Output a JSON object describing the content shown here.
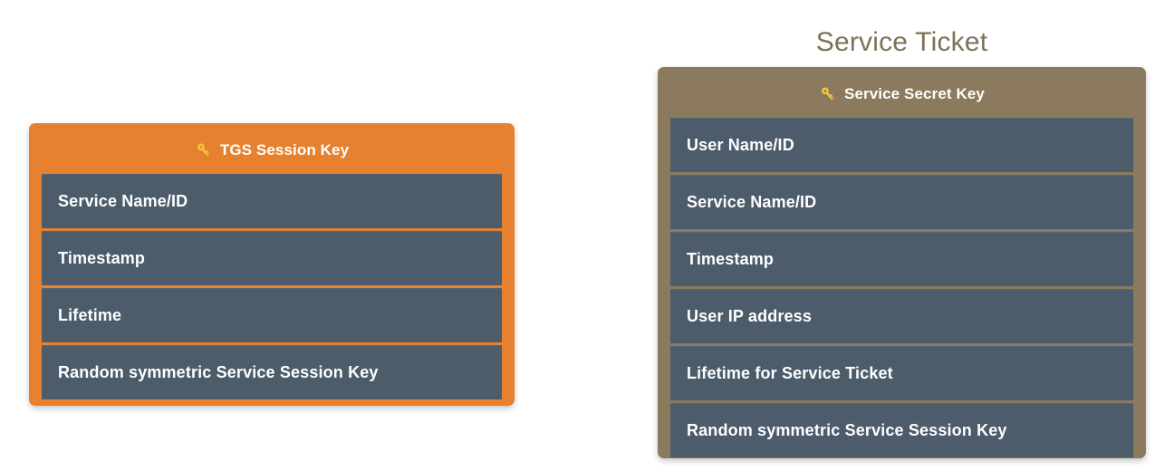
{
  "page": {
    "background_color": "#ffffff"
  },
  "cards": [
    {
      "id": "tgs-session-key",
      "external_title": "",
      "header": {
        "icon": "key-icon",
        "label": "TGS Session Key"
      },
      "accent_color": "#e5812f",
      "row_color": "#4c5c6b",
      "rows": [
        {
          "label": "Service Name/ID"
        },
        {
          "label": "Timestamp"
        },
        {
          "label": "Lifetime"
        },
        {
          "label": "Random symmetric Service Session Key"
        }
      ]
    },
    {
      "id": "service-ticket",
      "external_title": "Service Ticket",
      "title_color": "#7e7159",
      "header": {
        "icon": "key-icon",
        "label": "Service Secret Key"
      },
      "accent_color": "#8b7a5d",
      "row_color": "#4c5c6b",
      "rows": [
        {
          "label": "User Name/ID"
        },
        {
          "label": "Service Name/ID"
        },
        {
          "label": "Timestamp"
        },
        {
          "label": "User IP address"
        },
        {
          "label": "Lifetime for Service Ticket"
        },
        {
          "label": "Random symmetric Service Session Key"
        }
      ]
    }
  ]
}
